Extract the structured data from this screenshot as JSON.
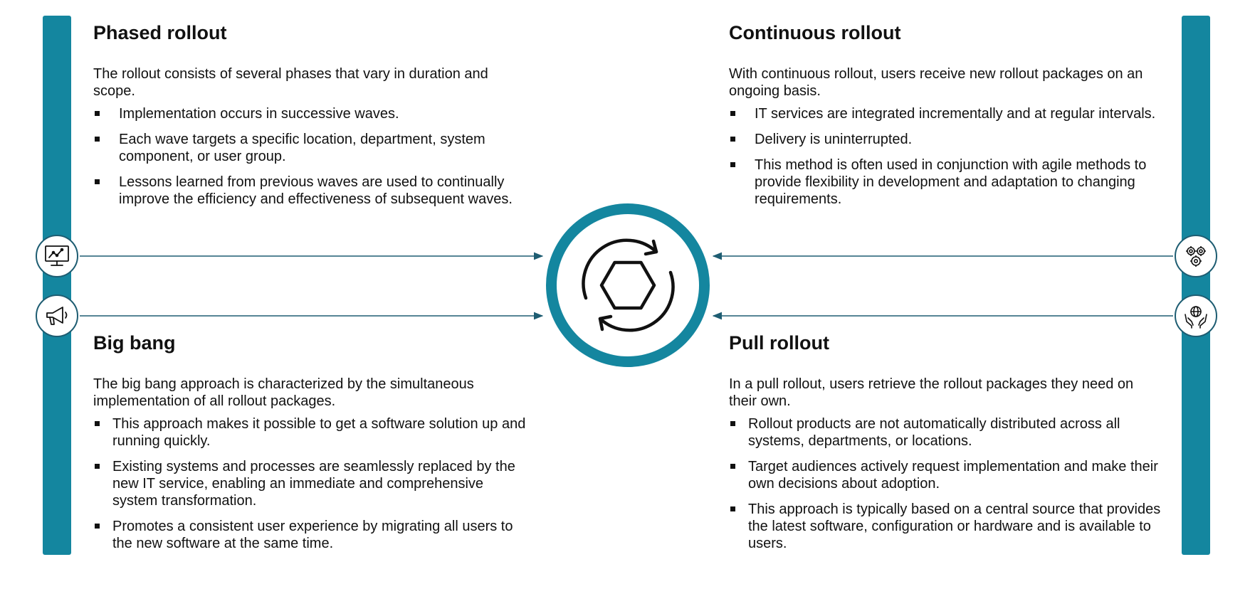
{
  "panels": {
    "phased": {
      "title": "Phased rollout",
      "intro": "The rollout consists of several phases that vary in duration and scope.",
      "bullets": [
        "Implementation occurs in successive waves.",
        "Each wave targets a specific location, department, system component, or user group.",
        "Lessons learned from previous waves are used to continually improve the efficiency and effectiveness of subsequent waves."
      ],
      "icon": "monitor-chart-icon"
    },
    "continuous": {
      "title": "Continuous rollout",
      "intro": "With continuous rollout, users receive new rollout packages on an ongoing basis.",
      "bullets": [
        "IT services are integrated incrementally and at regular intervals.",
        "Delivery is uninterrupted.",
        "This method is often used in conjunction with agile methods to provide flexibility in development and adaptation to changing requirements."
      ],
      "icon": "gears-icon"
    },
    "bigbang": {
      "title": "Big bang",
      "intro": "The big bang approach is characterized by the simultaneous implementation of all rollout packages.",
      "bullets": [
        "This approach makes it possible to get a software solution up and running quickly.",
        "Existing systems and processes are seamlessly replaced by the new IT service, enabling an immediate and comprehensive system transformation.",
        "Promotes a consistent user experience by migrating all users to the new software at the same time."
      ],
      "icon": "megaphone-icon"
    },
    "pull": {
      "title": "Pull rollout",
      "intro": "In a pull rollout, users retrieve the rollout packages they need on their own.",
      "bullets": [
        "Rollout products are not automatically distributed across all systems, departments, or locations.",
        "Target audiences actively request implementation and make their own decisions about adoption.",
        "This approach is typically based on a central source that provides the latest software, configuration or hardware and is available to users."
      ],
      "icon": "hands-globe-icon"
    }
  },
  "center": {
    "icon": "cycle-hexagon-icon"
  },
  "colors": {
    "accent": "#14869f",
    "line": "#1e5d72",
    "text": "#111111"
  }
}
